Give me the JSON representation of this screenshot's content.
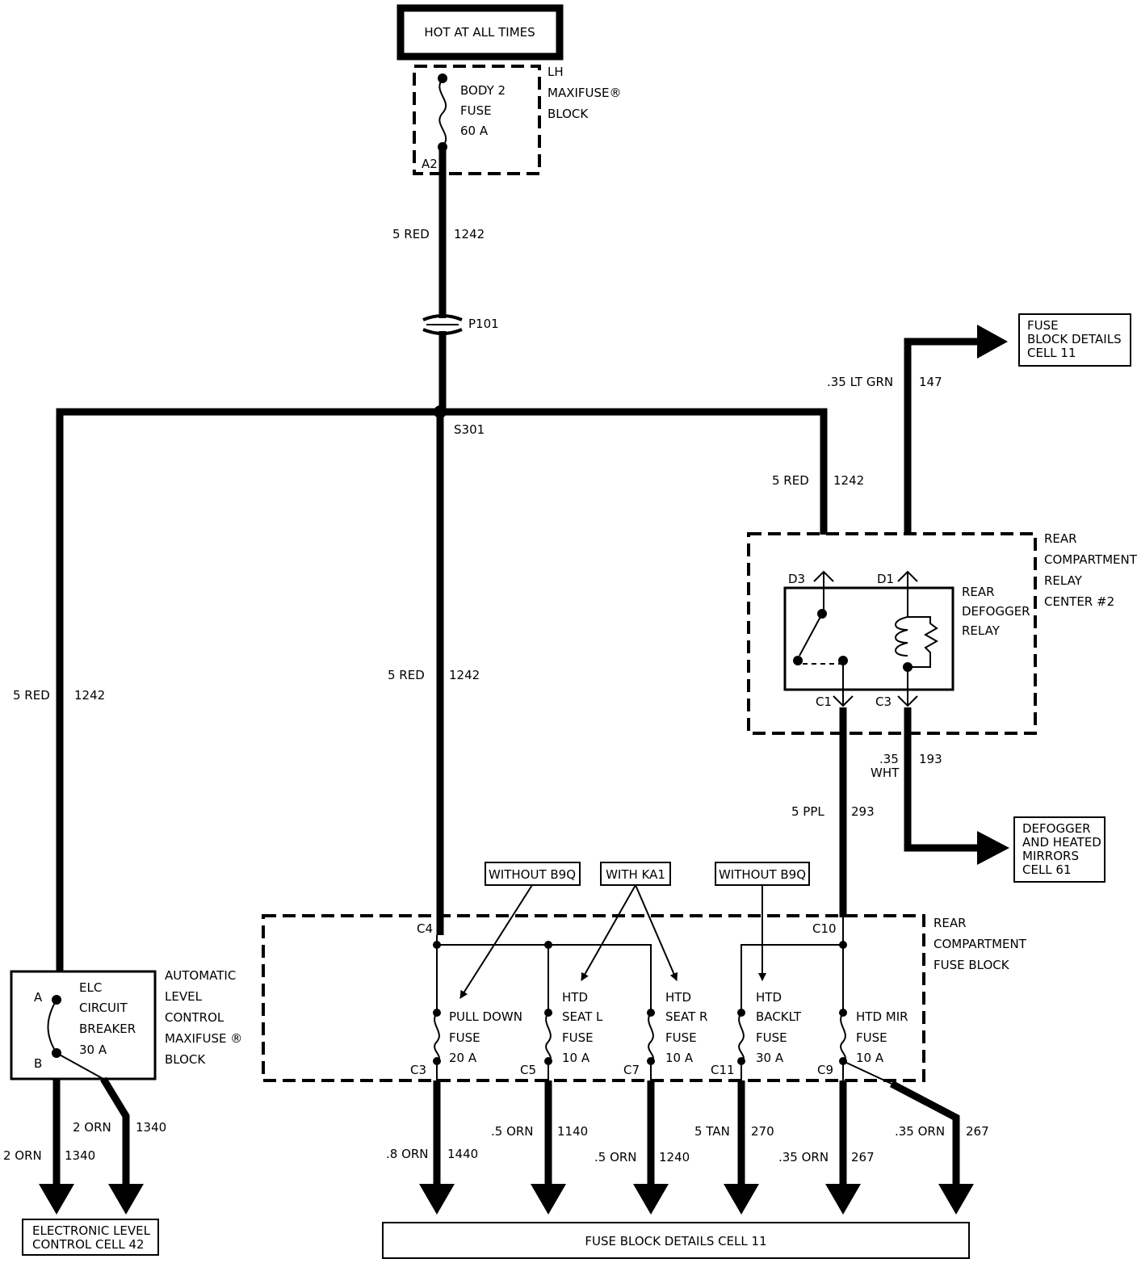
{
  "source": {
    "label": "HOT AT ALL TIMES"
  },
  "maxifuse_lh": {
    "name": [
      "LH",
      "MAXIFUSE®",
      "BLOCK"
    ],
    "fuse": [
      "BODY 2",
      "FUSE",
      "60 A"
    ],
    "pin": "A2"
  },
  "wire_main": {
    "size": "5 RED",
    "circuit": "1242"
  },
  "connector_p101": "P101",
  "splice_s301": "S301",
  "wire_left": {
    "size": "5 RED",
    "circuit": "1242"
  },
  "wire_center": {
    "size": "5 RED",
    "circuit": "1242"
  },
  "wire_right": {
    "size": "5 RED",
    "circuit": "1242"
  },
  "wire_147": {
    "size": ".35 LT GRN",
    "circuit": "147"
  },
  "fuse_block_ref_top": [
    "FUSE",
    "BLOCK DETAILS",
    "CELL 11"
  ],
  "relay_center": {
    "name": [
      "REAR",
      "COMPARTMENT",
      "RELAY",
      "CENTER #2"
    ],
    "relay_name": [
      "REAR",
      "DEFOGGER",
      "RELAY"
    ],
    "pins": {
      "d3": "D3",
      "d1": "D1",
      "c1": "C1",
      "c3": "C3"
    }
  },
  "wire_193": {
    "size_line1": ".35",
    "size_line2": "WHT",
    "circuit": "193"
  },
  "wire_293": {
    "size": "5 PPL",
    "circuit": "293"
  },
  "defogger_ref": [
    "DEFOGGER",
    "AND HEATED",
    "MIRRORS",
    "CELL 61"
  ],
  "option_labels": {
    "without_b9q_1": "WITHOUT B9Q",
    "with_ka1": "WITH KA1",
    "without_b9q_2": "WITHOUT B9Q"
  },
  "rear_fuse_block": {
    "name": [
      "REAR",
      "COMPARTMENT",
      "FUSE BLOCK"
    ],
    "pins": {
      "c4": "C4",
      "c10": "C10",
      "c3": "C3",
      "c5": "C5",
      "c7": "C7",
      "c11": "C11",
      "c9": "C9"
    },
    "fuses": [
      [
        "PULL DOWN",
        "FUSE",
        "20 A"
      ],
      [
        "HTD",
        "SEAT L",
        "FUSE",
        "10 A"
      ],
      [
        "HTD",
        "SEAT R",
        "FUSE",
        "10 A"
      ],
      [
        "HTD",
        "BACKLT",
        "FUSE",
        "30 A"
      ],
      [
        "HTD MIR",
        "FUSE",
        "10 A"
      ]
    ]
  },
  "elc": {
    "breaker": [
      "ELC",
      "CIRCUIT",
      "BREAKER",
      "30 A"
    ],
    "block_name": [
      "AUTOMATIC",
      "LEVEL",
      "CONTROL",
      "MAXIFUSE ®",
      "BLOCK"
    ],
    "pin_a": "A",
    "pin_b": "B"
  },
  "output_wires": {
    "elc_left": {
      "size": "2 ORN",
      "circuit": "1340"
    },
    "elc_right": {
      "size": "2 ORN",
      "circuit": "1340"
    },
    "w1440": {
      "size": ".8 ORN",
      "circuit": "1440"
    },
    "w1140": {
      "size": ".5 ORN",
      "circuit": "1140"
    },
    "w1240": {
      "size": ".5 ORN",
      "circuit": "1240"
    },
    "w270": {
      "size": "5 TAN",
      "circuit": "270"
    },
    "w267a": {
      "size": ".35 ORN",
      "circuit": "267"
    },
    "w267b": {
      "size": ".35 ORN",
      "circuit": "267"
    }
  },
  "elc_ref": [
    "ELECTRONIC LEVEL",
    "CONTROL CELL 42"
  ],
  "fuse_block_ref_bottom": "FUSE BLOCK DETAILS CELL 11"
}
